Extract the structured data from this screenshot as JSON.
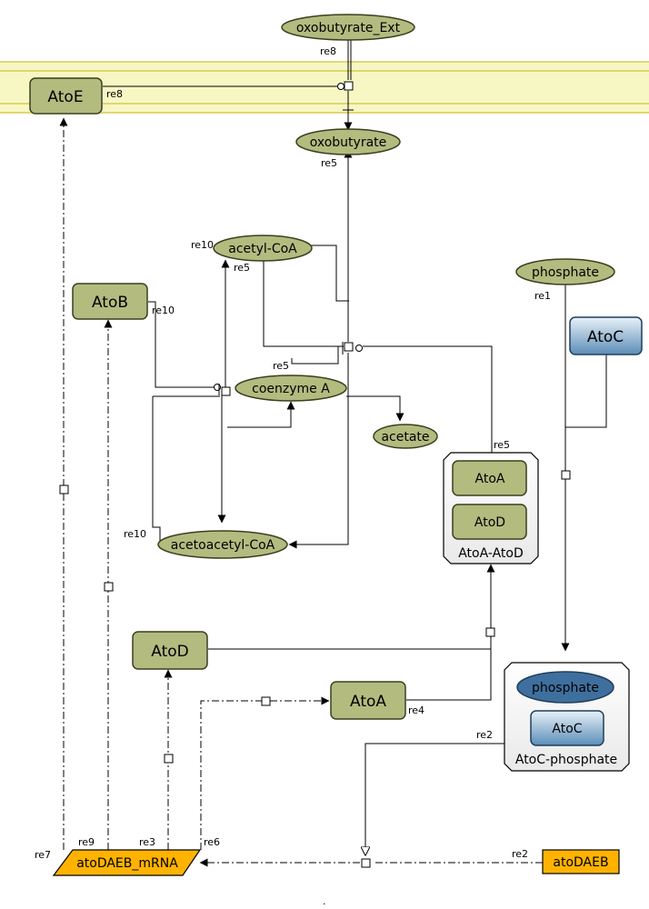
{
  "membrane": {
    "color": "#f5f5b8",
    "line_color": "#d4c84a"
  },
  "colors": {
    "species_fill": "#b3bb7f",
    "species_stroke": "#3b3f1f",
    "rna_fill": "#ffb300",
    "atoc_fill": "#9ec3de"
  },
  "species": {
    "oxobutyrate_ext": "oxobutyrate_Ext",
    "oxobutyrate": "oxobutyrate",
    "acetyl_coa": "acetyl-CoA",
    "coenzyme_a": "coenzyme A",
    "acetate": "acetate",
    "acetoacetyl_coa": "acetoacetyl-CoA",
    "phosphate": "phosphate",
    "phosphate_in_complex": "phosphate",
    "atoe": "AtoE",
    "atob": "AtoB",
    "atoc": "AtoC",
    "atoc_in_complex": "AtoC",
    "atoa_in_complex": "AtoA",
    "atod_in_complex": "AtoD",
    "atod": "AtoD",
    "atoa": "AtoA",
    "mrna": "atoDAEB_mRNA",
    "gene": "atoDAEB"
  },
  "complexes": {
    "atoa_atod": "AtoA-AtoD",
    "atoc_phosphate": "AtoC-phosphate"
  },
  "reaction_labels": {
    "re8_top": "re8",
    "re8_left": "re8",
    "re5_oxo": "re5",
    "re10_acetyl": "re10",
    "re5_acetyl": "re5",
    "re10_atob": "re10",
    "re5_coa": "re5",
    "re5_complex": "re5",
    "re1": "re1",
    "re10_acetoacetyl": "re10",
    "re4": "re4",
    "re2_complex": "re2",
    "re7": "re7",
    "re9": "re9",
    "re3": "re3",
    "re6": "re6",
    "re2_gene": "re2"
  },
  "footer_mark": "."
}
